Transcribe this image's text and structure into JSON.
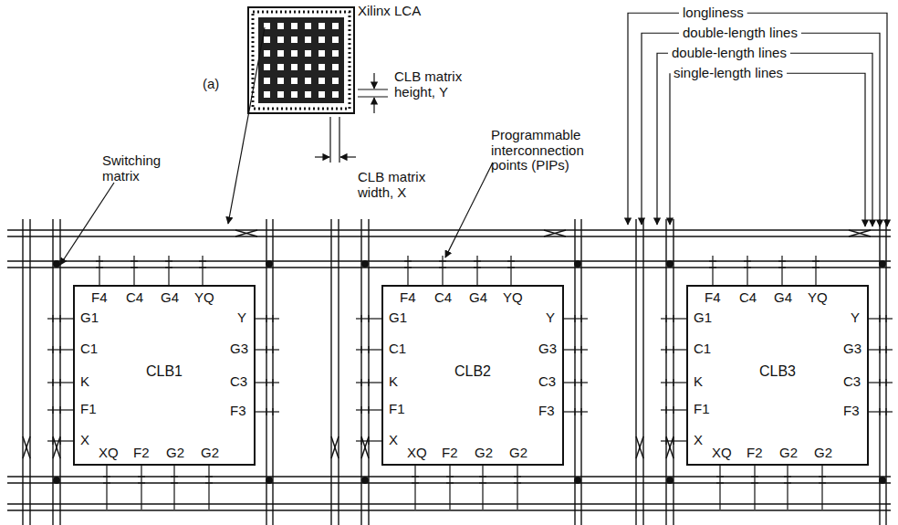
{
  "diagram": {
    "nodes": [
      {
        "text": [
          "CLB1"
        ]
      },
      {
        "text": [
          "CLB2"
        ]
      },
      {
        "text": [
          "CLB3"
        ]
      }
    ],
    "labels": [
      "(a)",
      "Xilinx LCA",
      "CLB matrix height, Y",
      "CLB matrix width, X",
      "Switching matrix",
      "Programmable interconnection points (PIPs)",
      "longliness",
      "double-length lines",
      "double-length lines",
      "single-length lines",
      "F4",
      "C4",
      "G4",
      "YQ",
      "G1",
      "C1",
      "K",
      "F1",
      "X",
      "Y",
      "G3",
      "C3",
      "F3",
      "XQ",
      "F2",
      "G2",
      "G2",
      "F4",
      "C4",
      "G4",
      "YQ",
      "G1",
      "C1",
      "K",
      "F1",
      "X",
      "Y",
      "G3",
      "C3",
      "F3",
      "XQ",
      "F2",
      "G2",
      "G2",
      "F4",
      "C4",
      "G4",
      "YQ",
      "G1",
      "C1",
      "K",
      "F1",
      "X",
      "Y",
      "G3",
      "C3",
      "F3",
      "XQ",
      "F2",
      "G2",
      "G2"
    ]
  }
}
